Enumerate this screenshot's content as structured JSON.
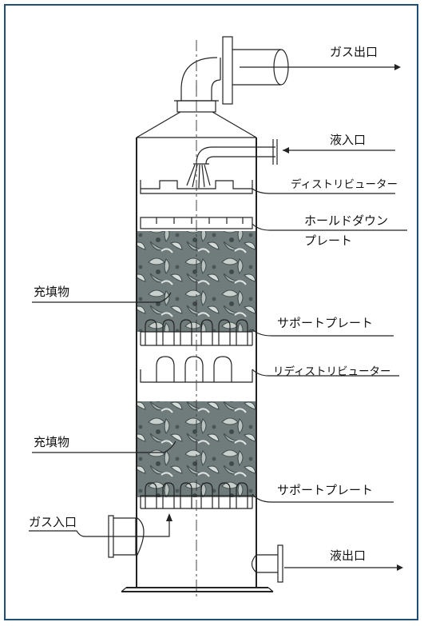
{
  "labels": {
    "gas_outlet": "ガス出口",
    "liquid_inlet": "液入口",
    "distributor": "ディストリビューター",
    "holddown_line1": "ホールドダウン",
    "holddown_line2": "プレート",
    "packing_upper": "充填物",
    "support_plate_upper": "サポートプレート",
    "redistributor": "リディストリビューター",
    "packing_lower": "充填物",
    "support_plate_lower": "サポートプレート",
    "gas_inlet": "ガス入口",
    "liquid_outlet": "液出口"
  },
  "colors": {
    "frame_border": "#1f4e79",
    "line": "#222222",
    "packing_base": "#7d8a88",
    "packing_light": "#c9d0cc",
    "packing_dark": "#3e4a4c"
  }
}
